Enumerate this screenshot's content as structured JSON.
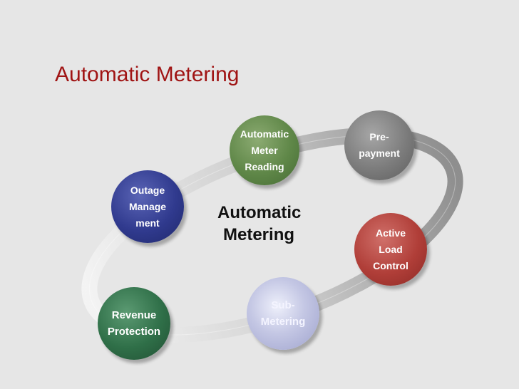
{
  "slide": {
    "title": "Automatic Metering",
    "center_label_lines": [
      "Automatic",
      "Metering"
    ]
  },
  "nodes": {
    "automatic_meter_reading": {
      "lines": [
        "Automatic",
        "Meter",
        "Reading"
      ],
      "color": "#5f8748"
    },
    "pre_payment": {
      "lines": [
        "Pre-",
        "payment"
      ],
      "color": "#7c7c7c"
    },
    "outage_management": {
      "lines": [
        "Outage",
        "Manage",
        "ment"
      ],
      "color": "#303a8e"
    },
    "active_load_control": {
      "lines": [
        "Active",
        "Load",
        "Control"
      ],
      "color": "#b03e38"
    },
    "revenue_protection": {
      "lines": [
        "Revenue",
        "Protection"
      ],
      "color": "#2f6f48"
    },
    "sub_metering": {
      "lines": [
        "Sub-",
        "Metering"
      ],
      "color": "#c4c7e4"
    }
  },
  "colors": {
    "title": "#a01414",
    "background": "#e6e6e6"
  }
}
